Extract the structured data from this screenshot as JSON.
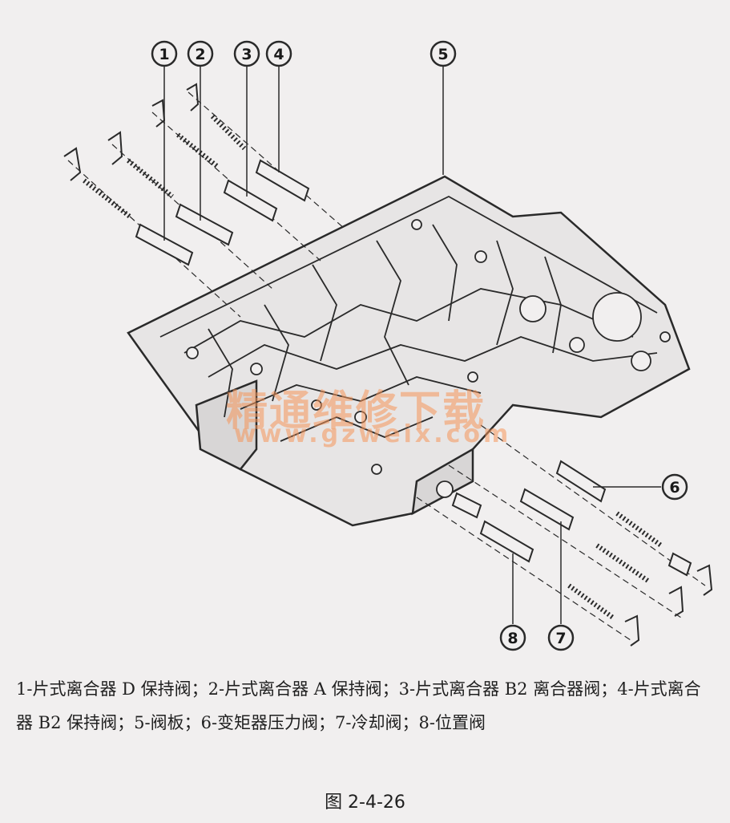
{
  "callouts": [
    {
      "label": "1"
    },
    {
      "label": "2"
    },
    {
      "label": "3"
    },
    {
      "label": "4"
    },
    {
      "label": "5"
    },
    {
      "label": "6"
    },
    {
      "label": "7"
    },
    {
      "label": "8"
    }
  ],
  "watermark": {
    "main": "精通维修下载",
    "url": "www.gzweix.com"
  },
  "caption": "1-片式离合器 D 保持阀；2-片式离合器 A 保持阀；3-片式离合器 B2 离合器阀；4-片式离合器 B2 保持阀；5-阀板；6-变矩器压力阀；7-冷却阀；8-位置阀",
  "figure_number": "图 2-4-26",
  "colors": {
    "background": "#f1efef",
    "line": "#2a2a2a",
    "watermark": "#f5965a"
  }
}
